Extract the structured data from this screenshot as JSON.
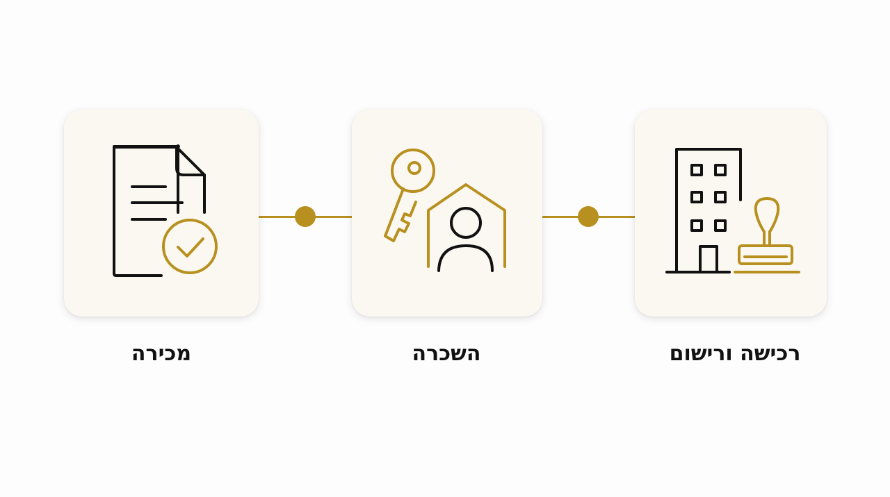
{
  "steps": [
    {
      "id": "sale",
      "label": "מכירה",
      "icon": "document-check-icon"
    },
    {
      "id": "rental",
      "label": "השכרה",
      "icon": "key-house-person-icon"
    },
    {
      "id": "purchase",
      "label": "רכישה ורישום",
      "icon": "building-stamp-icon"
    }
  ],
  "colors": {
    "accent": "#b8901f",
    "line": "#111111",
    "card": "#fbf8f1",
    "background": "#fdfdfd"
  }
}
